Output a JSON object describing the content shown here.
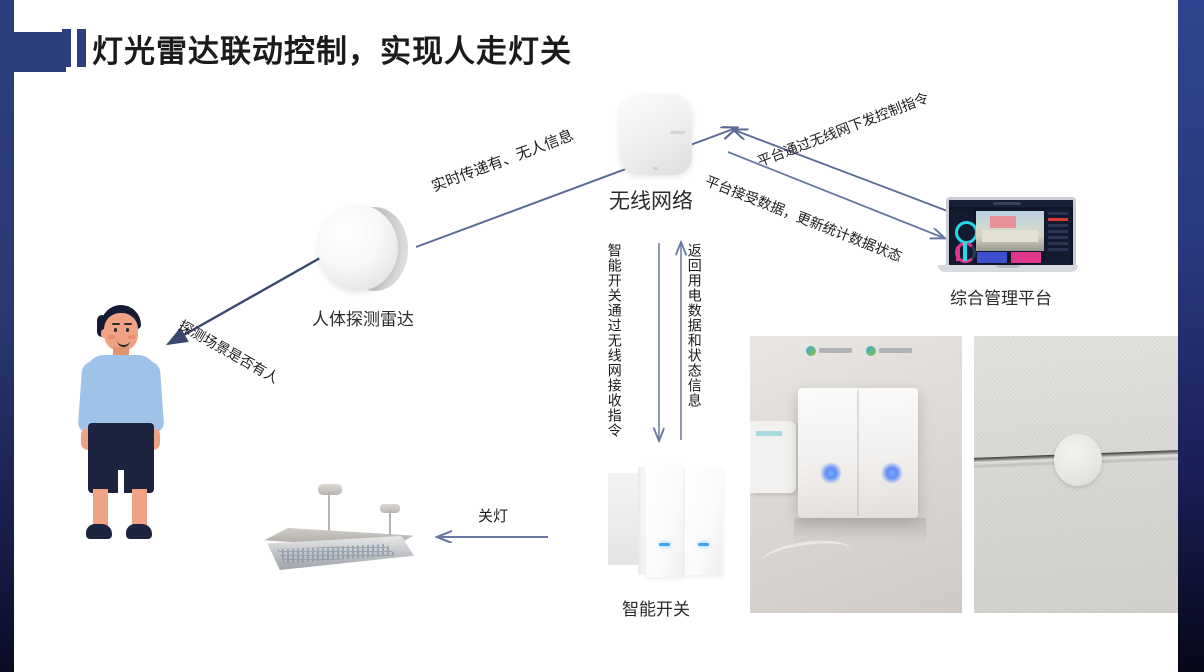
{
  "page": {
    "title": "灯光雷达联动控制，实现人走灯关",
    "accent_color": "#2e3f7f",
    "background_color": "#ffffff",
    "arrow_color": "#5a6a94"
  },
  "nodes": {
    "person_label": "",
    "radar_label": "人体探测雷达",
    "ap_label": "无线网络",
    "laptop_label": "综合管理平台",
    "switch_label": "智能开关"
  },
  "flows": {
    "detect_scene": "探测场景是否有人",
    "realtime_transfer": "实时传递有、无人信息",
    "platform_send_command": "平台通过无线网下发控制指令",
    "platform_receive_data": "平台接受数据，更新统计数据状态",
    "switch_receive_command": "智能开关通过无线网接收指令",
    "return_power_data": "返回用电数据和状态信息",
    "turn_off_light": "关灯"
  },
  "photos": {
    "switch_photo_alt": "wall-mounted-smart-switch-photo",
    "ceiling_photo_alt": "ceiling-mounted-radar-sensor-photo"
  },
  "icons": {
    "title_mark": "title-accent-bars",
    "person": "person-figure-icon",
    "radar": "radar-puck-icon",
    "ap": "wireless-access-point-icon",
    "laptop": "laptop-dashboard-icon",
    "switch": "smart-switch-icon",
    "lamp": "ceiling-lamp-icon"
  }
}
